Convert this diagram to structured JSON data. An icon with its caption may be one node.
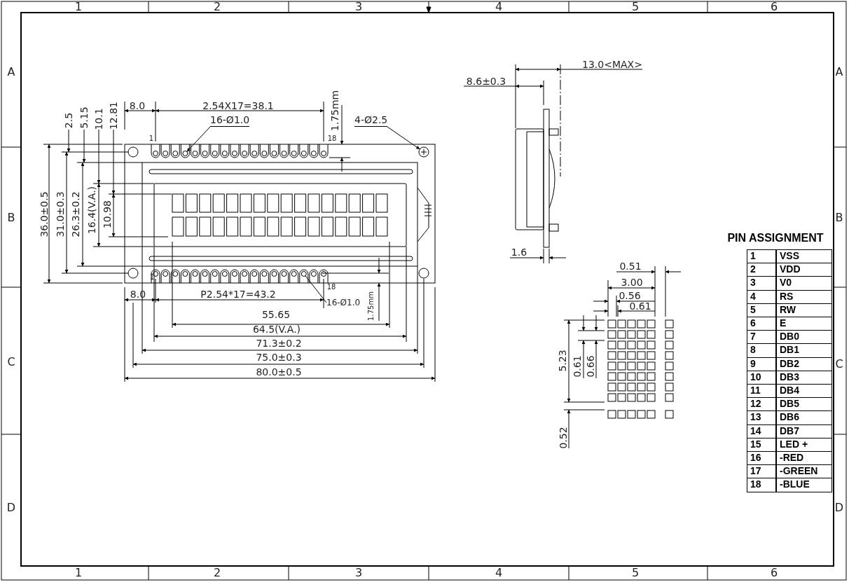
{
  "diagram": {
    "nodes": [
      {
        "text": [
          "16-Ø1.0"
        ]
      },
      {
        "text": [],
        "shape": "circle"
      },
      {
        "text": [
          "4-Ø2.5"
        ]
      },
      {
        "text": [],
        "shape": "circle"
      },
      {
        "text": [
          "16-Ø1.0"
        ]
      },
      {
        "text": [],
        "shape": "circle"
      }
    ],
    "edges": [
      {
        "from": 0,
        "to": 1,
        "arrow": "to"
      },
      {
        "from": 2,
        "to": 3,
        "arrow": "to"
      },
      {
        "from": 4,
        "to": 5,
        "arrow": "none"
      }
    ],
    "labels": [
      "1",
      "2",
      "3",
      "4",
      "5",
      "6",
      "A",
      "A",
      "13.0<MAX>",
      "8.6±0.3",
      "8.0",
      "2.54X17=38.1",
      "1.75mm",
      "2.5",
      "5.15",
      "10.1",
      "12.81",
      "1",
      "18",
      "36.0±0.5",
      "31.0±0.3",
      "26.3±0.2",
      "16.4(V.A.)",
      "10.98",
      "B",
      "B",
      "PIN ASSIGNMENT",
      "1",
      "VSS",
      "2",
      "VDD",
      "3",
      "V0",
      "4",
      "RS",
      "5",
      "RW",
      "6",
      "E",
      "7",
      "DB0",
      "8",
      "DB1",
      "9",
      "DB2",
      "10",
      "DB3",
      "11",
      "DB4",
      "12",
      "DB5",
      "13",
      "DB6",
      "14",
      "DB7",
      "15",
      "LED +",
      "16",
      "-RED",
      "17",
      "-GREEN",
      "18",
      "-BLUE",
      "1.6",
      "0.51",
      "3.00",
      "8.0",
      "1",
      "P2.54*17=43.2",
      "18",
      "0.56",
      "0.61",
      "1.75mm",
      "55.65",
      "64.5(V.A.)",
      "5.23",
      "0.61",
      "0.66",
      "71.3±0.2",
      "C",
      "C",
      "75.0±0.3",
      "80.0±0.5",
      "0.52",
      "D",
      "D",
      "1",
      "2",
      "3",
      "4",
      "5",
      "6"
    ]
  }
}
